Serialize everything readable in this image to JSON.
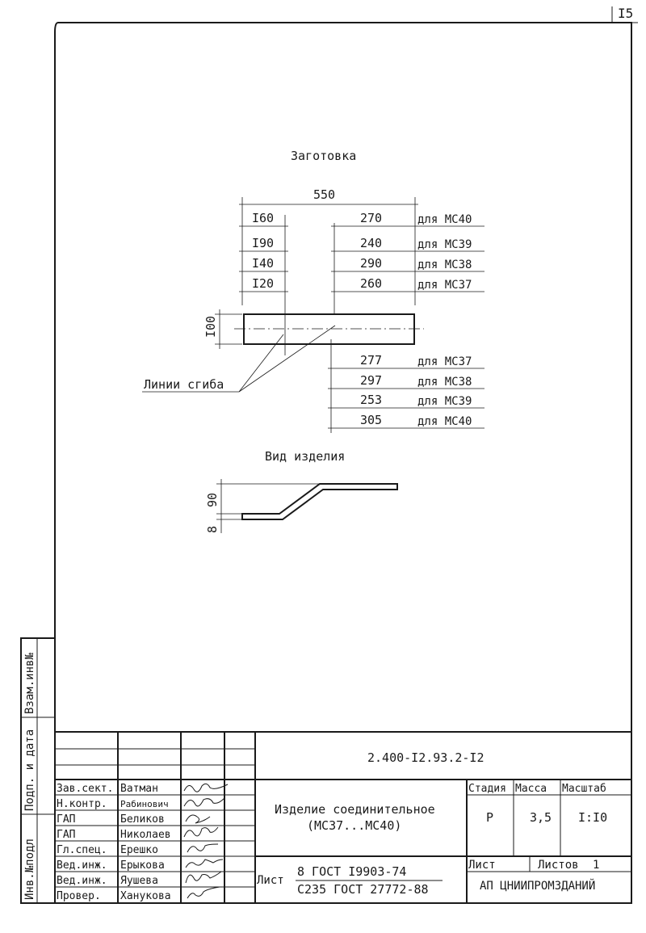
{
  "sheet_number": "I5",
  "drawing": {
    "blank_title": "Заготовка",
    "overall_length": "550",
    "upper_left": [
      "I60",
      "I90",
      "I40",
      "I20"
    ],
    "upper_right": [
      {
        "value": "270",
        "label": "для МС40"
      },
      {
        "value": "240",
        "label": "для МС39"
      },
      {
        "value": "290",
        "label": "для МС38"
      },
      {
        "value": "260",
        "label": "для МС37"
      }
    ],
    "height": "I00",
    "lower_right": [
      {
        "value": "277",
        "label": "для МС37"
      },
      {
        "value": "297",
        "label": "для МС38"
      },
      {
        "value": "253",
        "label": "для МС39"
      },
      {
        "value": "305",
        "label": "для МС40"
      }
    ],
    "bend_lines_label": "Линии сгиба",
    "product_view_title": "Вид изделия",
    "dim_90": "90",
    "dim_8": "8"
  },
  "side_stamp": {
    "inv_no": "Инв.№подл",
    "sign_date": "Подп. и дата",
    "replace_inv": "Взам.инв№"
  },
  "title_block": {
    "doc_code": "2.400-I2.93.2-I2",
    "roles": [
      {
        "role": "Зав.сект.",
        "name": "Ватман"
      },
      {
        "role": "Н.контр.",
        "name": "Рабинович"
      },
      {
        "role": "ГАП",
        "name": "Беликов"
      },
      {
        "role": "ГАП",
        "name": "Николаев"
      },
      {
        "role": "Гл.спец.",
        "name": "Ерешко"
      },
      {
        "role": "Вед.инж.",
        "name": "Ерыкова"
      },
      {
        "role": "Вед.инж.",
        "name": "Яушева"
      },
      {
        "role": "Провер.",
        "name": "Ханукова"
      }
    ],
    "item_name_1": "Изделие соединительное",
    "item_name_2": "(МС37...МС40)",
    "stage_header": "Стадия",
    "mass_header": "Масса",
    "scale_header": "Масштаб",
    "stage": "Р",
    "mass": "3,5",
    "scale": "I:I0",
    "sheet_label": "Лист",
    "sheets_label": "Листов",
    "sheets_count": "1",
    "organization": "АП ЦНИИПРОМЗДАНИЙ",
    "material_prefix": "Лист",
    "material_top": "8 ГОСТ I9903-74",
    "material_bottom": "С235 ГОСТ 27772-88"
  }
}
